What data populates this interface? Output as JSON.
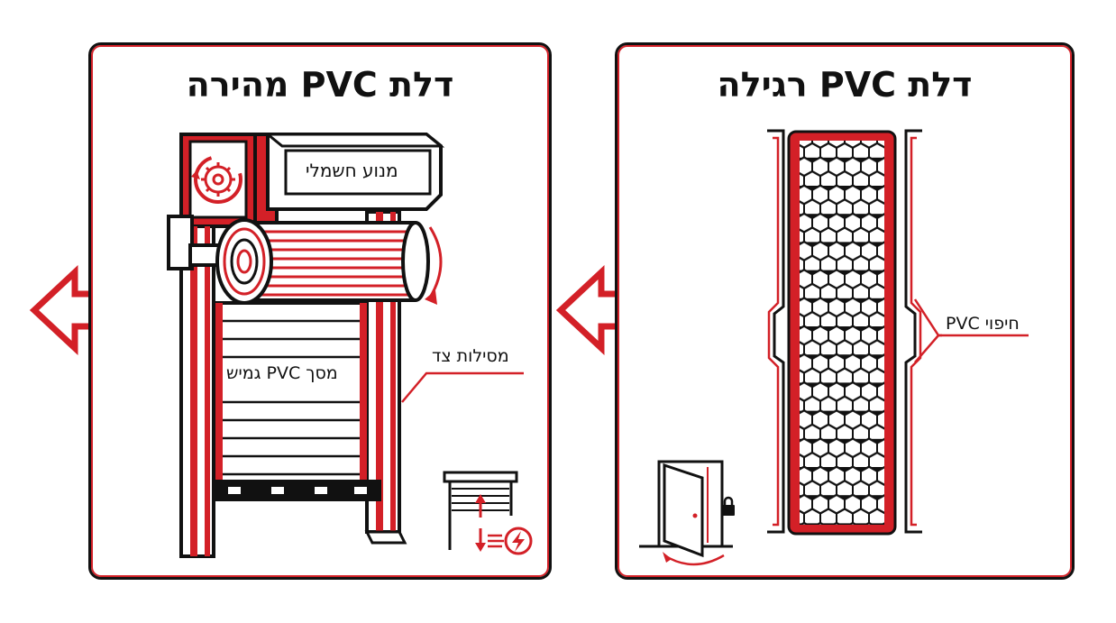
{
  "panels": {
    "fast": {
      "title": "דלת PVC מהירה",
      "motor_label": "מנוע חשמלי",
      "curtain_label": "מסך PVC גמיש",
      "rails_label": "מסילות צד"
    },
    "regular": {
      "title": "דלת PVC רגילה",
      "overlap_label": "חיפוי PVC"
    }
  },
  "colors": {
    "accent": "#d32027",
    "outline": "#111111",
    "background": "#ffffff"
  },
  "icons": [
    "gear-icon",
    "rotation-arrow-icon",
    "left-arrow-icon",
    "rolling-shutter-icon",
    "lightning-icon",
    "door-icon",
    "lock-icon",
    "hexagon-mesh-pattern"
  ]
}
